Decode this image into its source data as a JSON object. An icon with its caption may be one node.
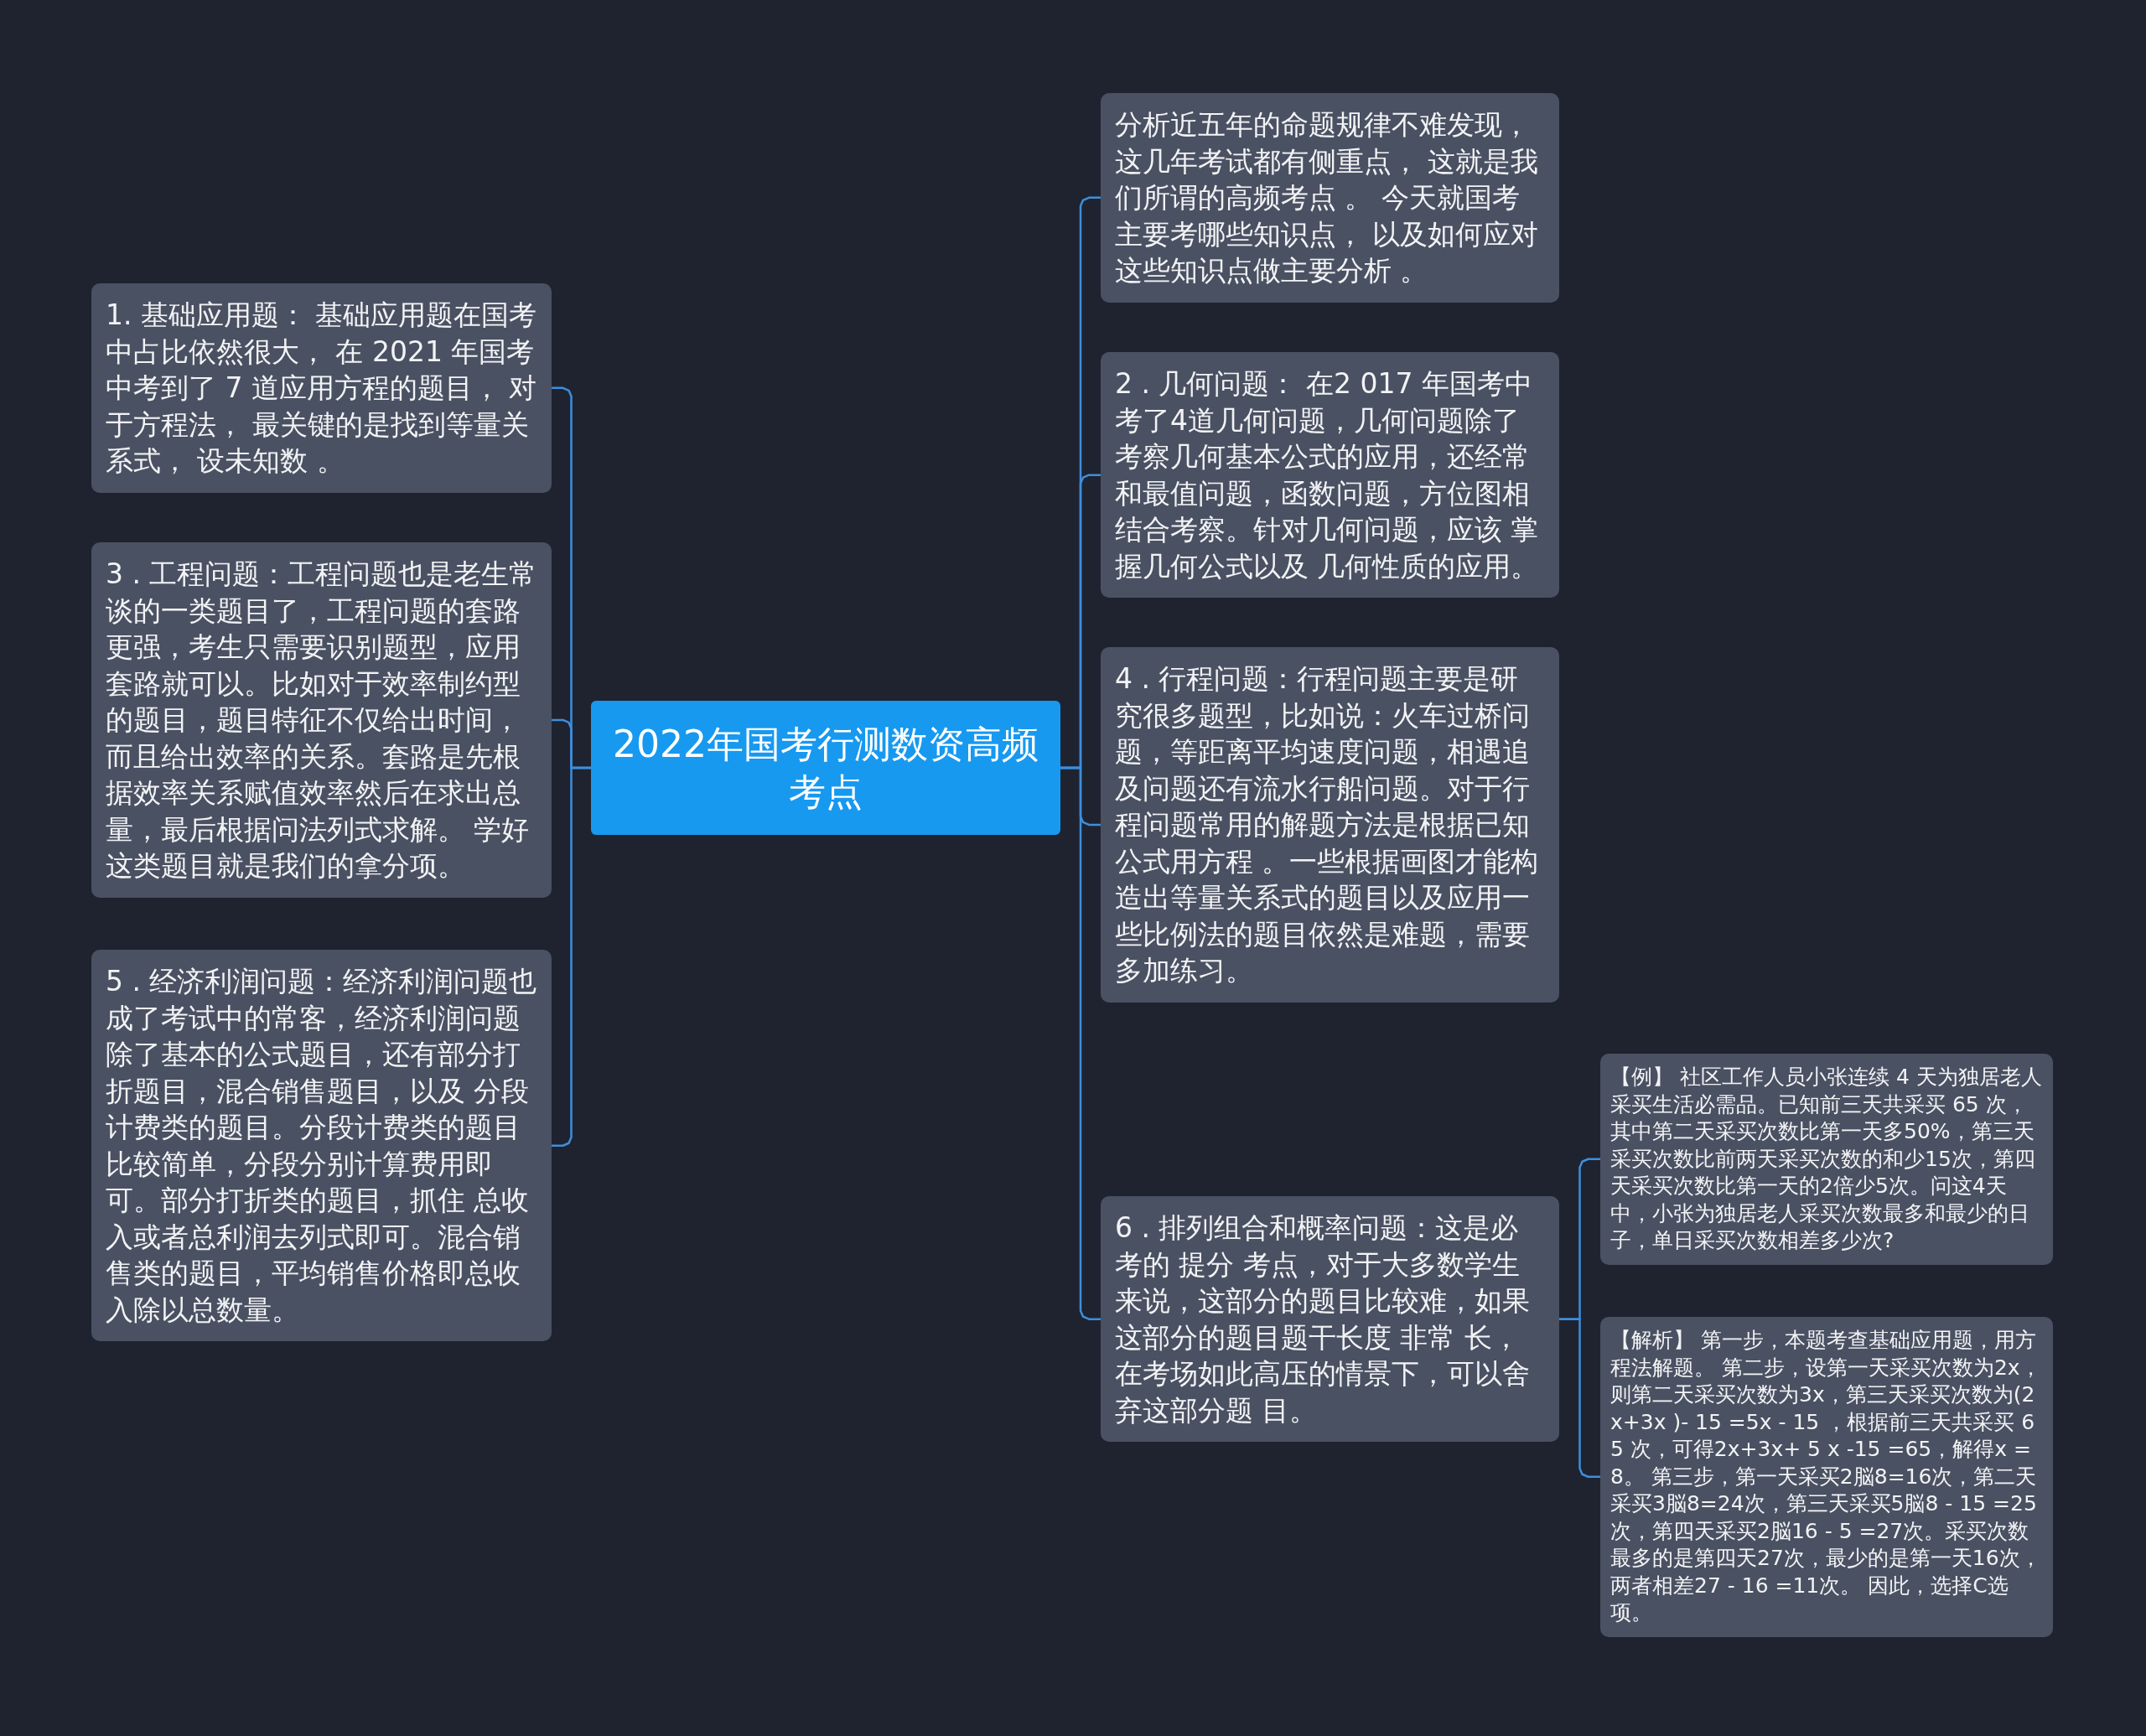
{
  "diagram": {
    "nodes": [
      {
        "text": [
          "2022年国考行测数资高频考点"
        ]
      },
      {
        "text": [
          "1. 基础应用题： 基础应用题在国考中占比依然很大， 在 2021 年国考中考到了 7 道应用方程的题目， 对于方程法， 最关键的是找到等量关系式， 设未知数 。"
        ]
      },
      {
        "text": [
          "3 . 工程问题：工程问题也是老生常谈的一类题目了，工程问题的套路更强，考生只需要识别题型，应用套路就可以。比如对于效率制约型的题目，题目特征不仅给出时间，而且给出效率的关系。套路是先根据效率关系赋值效率然后在求出总量，最后根据问法列式求解。 学好这类题目就是我们的拿分项。"
        ]
      },
      {
        "text": [
          "5 . 经济利润问题：经济利润问题也成了考试中的常客，经济利润问题除了基本的公式题目，还有部分打折题目，混合销售题目，以及 分段计费类的题目。分段计费类的题目比较简单，分段分别计算费用即可。部分打折类的题目，抓住 总收入或者总利润去列式即可。混合销售类的题目，平均销售价格即总收入除以总数量。"
        ]
      },
      {
        "text": [
          "分析近五年的命题规律不难发现，这几年考试都有侧重点， 这就是我们所谓的高频考点 。 今天就国考主要考哪些知识点， 以及如何应对这些知识点做主要分析 。"
        ]
      },
      {
        "text": [
          "2 . 几何问题： 在2 017 年国考中考了4道几何问题，几何问题除了考察几何基本公式的应用，还经常和最值问题，函数问题，方位图相结合考察。针对几何问题，应该 掌握几何公式以及 几何性质的应用。"
        ]
      },
      {
        "text": [
          "4 . 行程问题：行程问题主要是研究很多题型，比如说：火车过桥问题，等距离平均速度问题，相遇追及问题还有流水行船问题。对于行程问题常用的解题方法是根据已知公式用方程 。一些根据画图才能构造出等量关系式的题目以及应用一些比例法的题目依然是难题，需要多加练习。"
        ]
      },
      {
        "text": [
          "6 . 排列组合和概率问题：这是必考的 提分 考点，对于大多数学生来说，这部分的题目比较难，如果这部分的题目题干长度 非常 长，在考场如此高压的情景下，可以舍弃这部分题 目。"
        ]
      },
      {
        "text": [
          "【例】 社区工作人员小张连续 4 天为独居老人采买生活必需品。已知前三天共采买 65 次，其中第二天采买次数比第一天多50%，第三天采买次数比前两天采买次数的和少15次，第四天采买次数比第一天的2倍少5次。问这4天中，小张为独居老人采买次数最多和最少的日子，单日采买次数相差多少次?"
        ]
      },
      {
        "text": [
          "【解析】 第一步，本题考查基础应用题，用方程法解题。 第二步，设第一天采买次数为2x，则第二天采买次数为3x，第三天采买次数为(2x+3x )- 15 =5x - 15 ，根据前三天共采买 65 次，可得2x+3x+ 5 x -15 =65，解得x =8。 第三步，第一天采买2脳8=16次，第二天采买3脳8=24次，第三天采买5脳8 - 15 =25次，第四天采买2脳16 - 5 =27次。采买次数最多的是第四天27次，最少的是第一天16次，两者相差27 - 16 =11次。 因此，选择C选项。"
        ]
      }
    ],
    "edges": [
      {
        "from": 0,
        "to": 1,
        "arrow": "none"
      },
      {
        "from": 0,
        "to": 2,
        "arrow": "none"
      },
      {
        "from": 0,
        "to": 3,
        "arrow": "none"
      },
      {
        "from": 0,
        "to": 4,
        "arrow": "none"
      },
      {
        "from": 0,
        "to": 5,
        "arrow": "none"
      },
      {
        "from": 0,
        "to": 6,
        "arrow": "none"
      },
      {
        "from": 0,
        "to": 7,
        "arrow": "none"
      },
      {
        "from": 7,
        "to": 8,
        "arrow": "none"
      },
      {
        "from": 7,
        "to": 9,
        "arrow": "none"
      }
    ]
  }
}
